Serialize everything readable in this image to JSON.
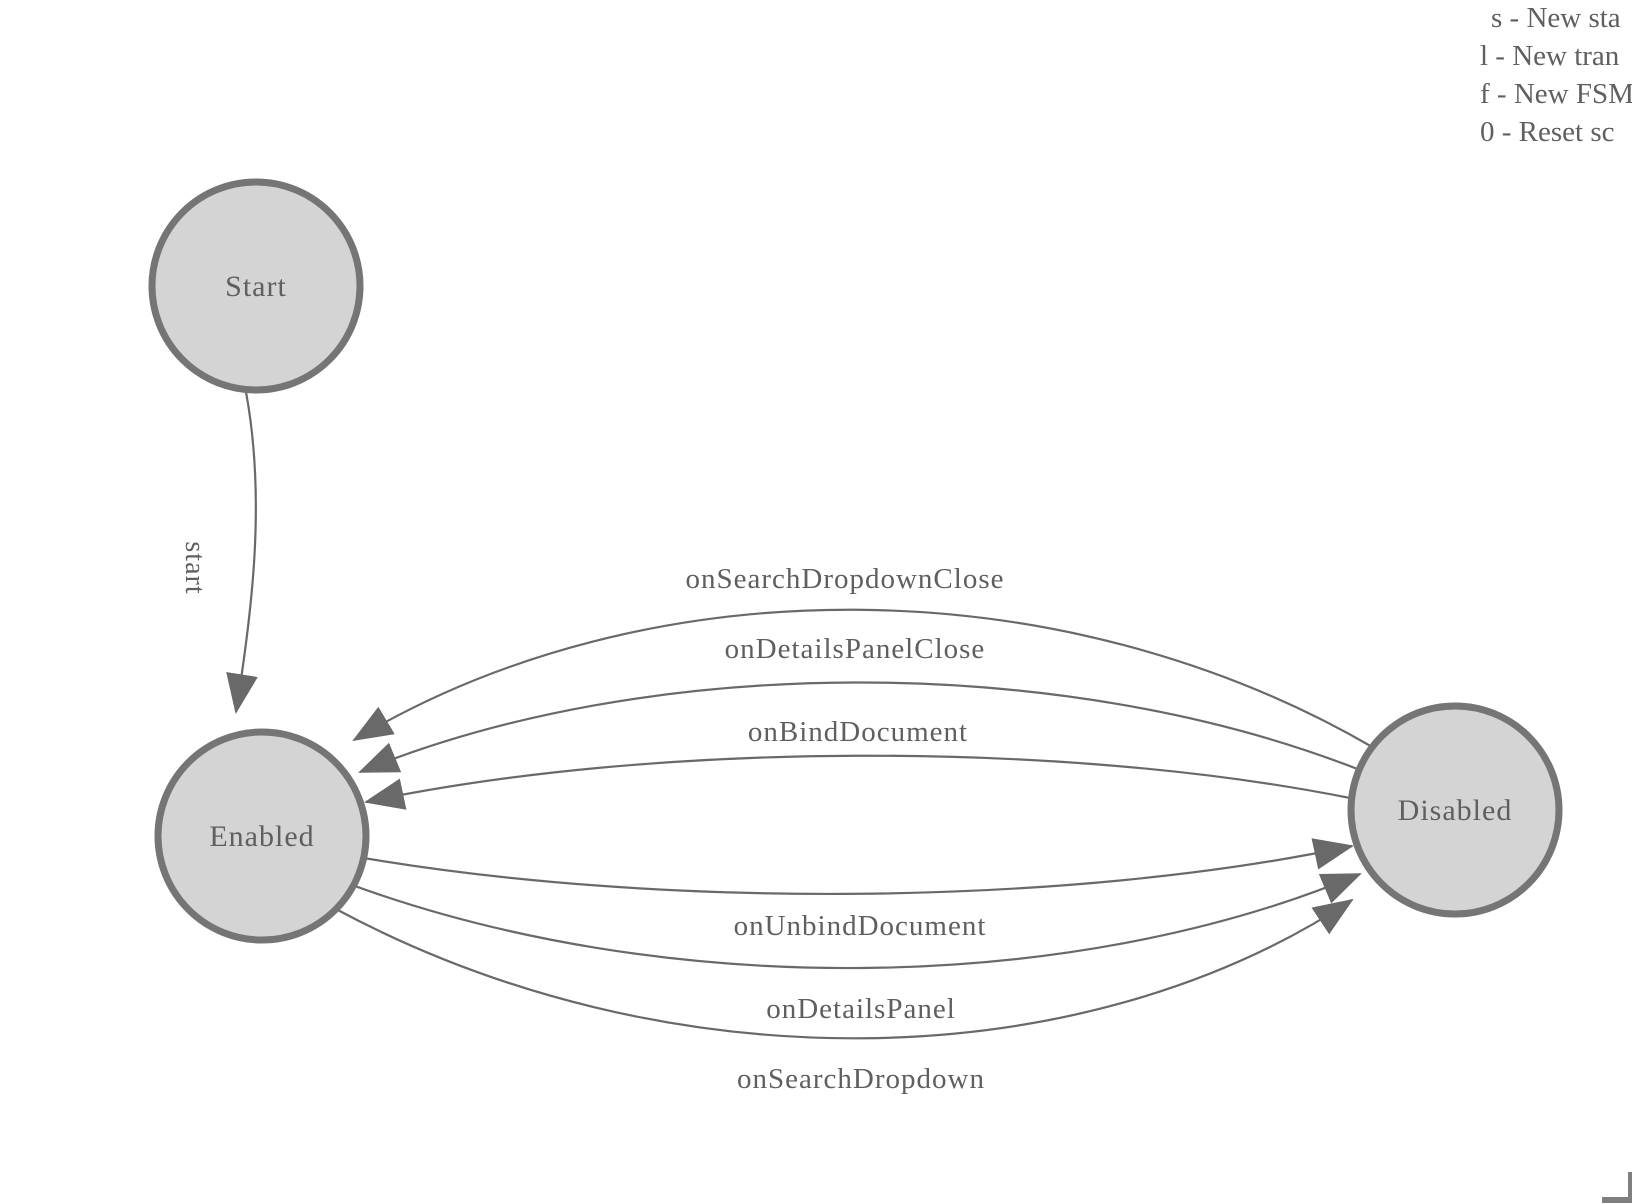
{
  "diagram": {
    "type": "finite-state-machine",
    "nodes": [
      {
        "id": "start",
        "label": "Start"
      },
      {
        "id": "enabled",
        "label": "Enabled"
      },
      {
        "id": "disabled",
        "label": "Disabled"
      }
    ],
    "edges": [
      {
        "label": "start",
        "from": "Start",
        "to": "Enabled"
      },
      {
        "label": "onSearchDropdownClose",
        "from": "Disabled",
        "to": "Enabled"
      },
      {
        "label": "onDetailsPanelClose",
        "from": "Disabled",
        "to": "Enabled"
      },
      {
        "label": "onBindDocument",
        "from": "Disabled",
        "to": "Enabled"
      },
      {
        "label": "onUnbindDocument",
        "from": "Enabled",
        "to": "Disabled"
      },
      {
        "label": "onDetailsPanel",
        "from": "Enabled",
        "to": "Disabled"
      },
      {
        "label": "onSearchDropdown",
        "from": "Enabled",
        "to": "Disabled"
      }
    ]
  },
  "legend": {
    "items": [
      {
        "label": "s - New sta"
      },
      {
        "label": "l - New tran"
      },
      {
        "label": "f - New FSM"
      },
      {
        "label": "0 - Reset sc"
      }
    ]
  },
  "colors": {
    "background": "#ffffff",
    "node_fill": "#d4d4d4",
    "node_stroke": "#757575",
    "edge_stroke": "#696969",
    "text": "#5f5f5f"
  }
}
